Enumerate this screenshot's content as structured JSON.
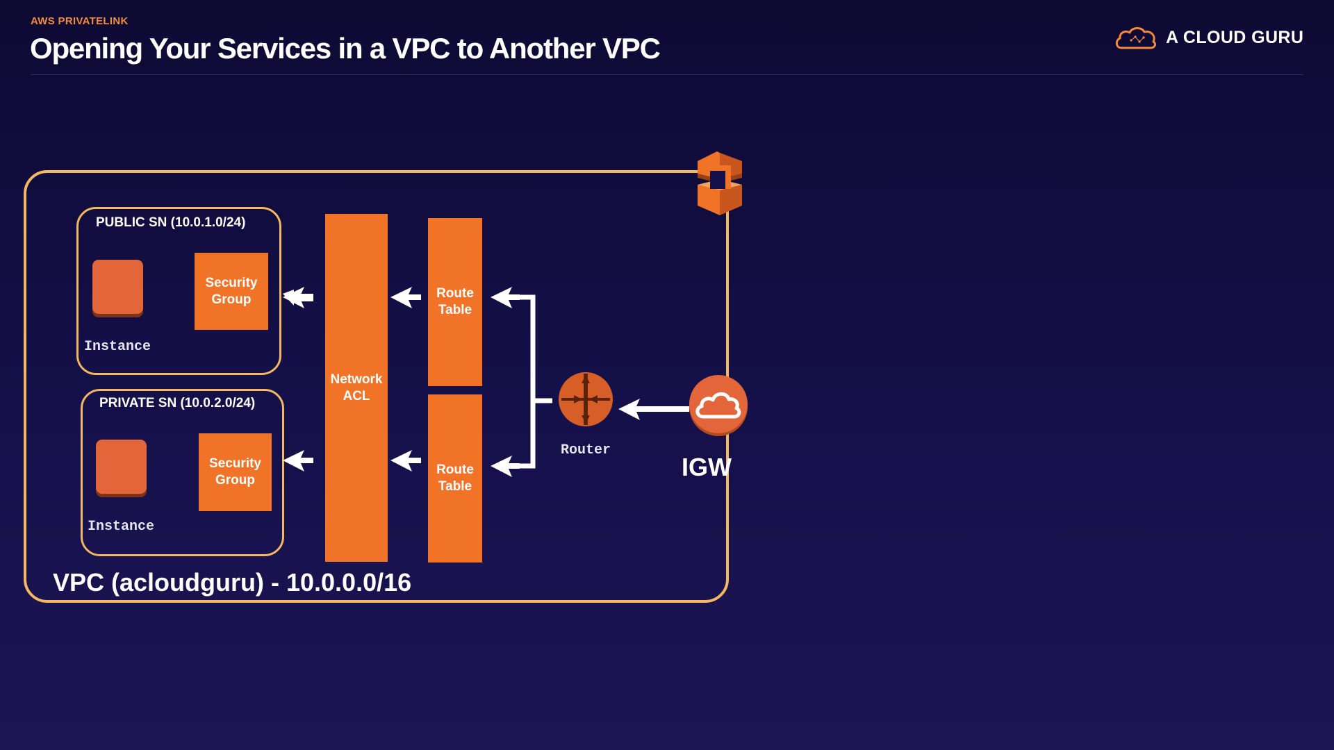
{
  "header": {
    "kicker": "AWS PRIVATELINK",
    "title": "Opening Your Services in a VPC to Another VPC",
    "brand": "A CLOUD GURU"
  },
  "diagram": {
    "vpc_label": "VPC (acloudguru) - 10.0.0.0/16",
    "public_subnet": {
      "title": "PUBLIC SN (10.0.1.0/24)",
      "instance_label": "Instance",
      "security_group": [
        "Security",
        "Group"
      ]
    },
    "private_subnet": {
      "title": "PRIVATE SN (10.0.2.0/24)",
      "instance_label": "Instance",
      "security_group": [
        "Security",
        "Group"
      ]
    },
    "network_acl": [
      "Network",
      "ACL"
    ],
    "route_table_top": [
      "Route",
      "Table"
    ],
    "route_table_bottom": [
      "Route",
      "Table"
    ],
    "router_label": "Router",
    "igw_label": "IGW"
  },
  "colors": {
    "accent_orange": "#f07328",
    "outline_gold": "#f3b860",
    "background": "#0d0a33"
  },
  "icons": [
    "cloud-logo-icon",
    "vpc-service-icon",
    "router-icon",
    "igw-cloud-icon"
  ]
}
